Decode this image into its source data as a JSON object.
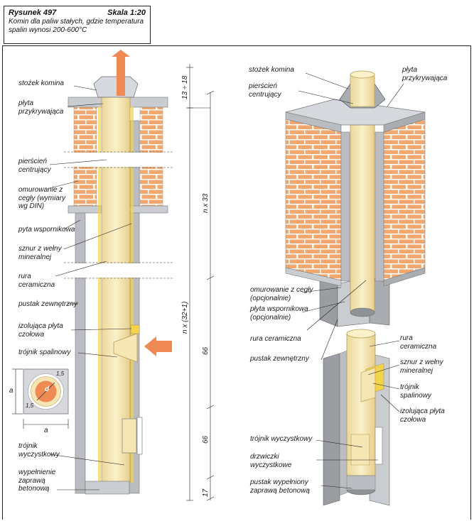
{
  "caption": {
    "figure": "Rysunek 497",
    "scale": "Skala 1:20",
    "description": "Komin dla paliw stałych, gdzie temperatura spalin wynosi 200-600°C"
  },
  "left_labels": {
    "stozek": "stożek komina",
    "plyta_przykrywajaca": "płyta przykrywająca",
    "pierscien": "pierścień centrujący",
    "omurowanie": "omurowanie z cegły (wymiary wg DIN)",
    "plyta_wspornikowa": "pyta wspornikowa",
    "sznur": "sznur z wełny mineralnej",
    "rura": "rura ceramiczna",
    "pustak": "pustak zewnętrzny",
    "izolujaca": "izolująca płyta czołowa",
    "trojnik_spalinowy": "trójnik spalinowy",
    "trojnik_wyczystkowy": "trójnik wyczystkowy",
    "wypelnienie": "wypełnienie zaprawą betonową"
  },
  "right_labels": {
    "stozek": "stożek komina",
    "plyta_przykrywajaca": "płyta przykrywająca",
    "pierscien": "pierścień centrujący",
    "omurowanie": "omurowanie z cegły (opcjonalnie)",
    "plyta_wspornikowa": "płyta wspornikowa (opcjonalnie)",
    "rura": "rura ceramiczna",
    "pustak": "pustak zewnętrzny"
  },
  "detail_labels": {
    "rura": "rura ceramiczna",
    "sznur": "sznur z wełny mineralnej",
    "trojnik_spalinowy": "trójnik spalinowy",
    "izolujaca": "izolująca płyta czołowa",
    "trojnik_wyczystkowy": "trójnik wyczystkowy",
    "drzwiczki": "drzwiczki wyczystkowe",
    "pustak_wypelniony": "pustak wypełniony zaprawą betonową"
  },
  "dimensions": {
    "top": "13 ÷ 18",
    "n33": "n x 33",
    "n32": "n x (32+1)",
    "d66a": "66",
    "d66b": "66",
    "d17": "17"
  },
  "cross_section": {
    "a_vertical": "a",
    "a_horizontal": "a",
    "d": "d",
    "t1": "1,5",
    "t2": "1,5"
  },
  "colors": {
    "brick": "#f2a76e",
    "mortar": "#ffffff",
    "pipe": "#f5e6b3",
    "pipe_inner": "#fbf1c9",
    "block": "#b9bcc0",
    "block_dark": "#8f9397",
    "cap": "#c9ccd0",
    "arrow": "#f08a55",
    "insulation_yellow": "#f3d34a"
  }
}
